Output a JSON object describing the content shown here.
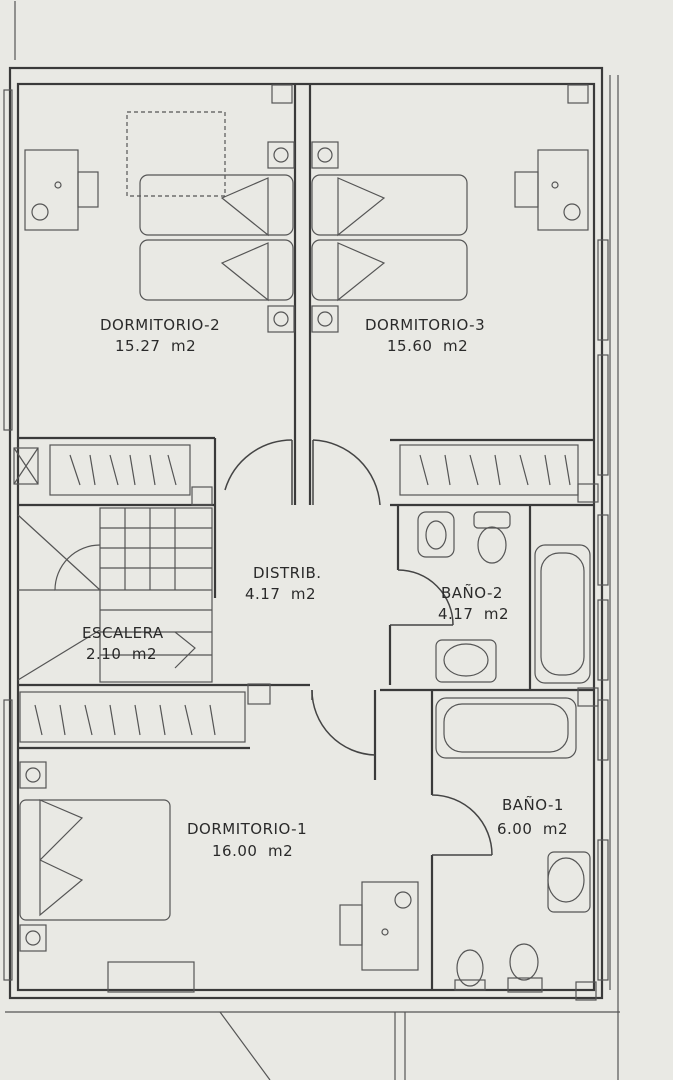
{
  "rooms": [
    {
      "name": "DORMITORIO-2",
      "area": "15.27  m2"
    },
    {
      "name": "DORMITORIO-3",
      "area": "15.60  m2"
    },
    {
      "name": "DISTRIB.",
      "area": "4.17  m2"
    },
    {
      "name": "BAÑO-2",
      "area": "4.17  m2"
    },
    {
      "name": "ESCALERA",
      "area": "2.10  m2"
    },
    {
      "name": "DORMITORIO-1",
      "area": "16.00  m2"
    },
    {
      "name": "BAÑO-1",
      "area": "6.00  m2"
    }
  ]
}
